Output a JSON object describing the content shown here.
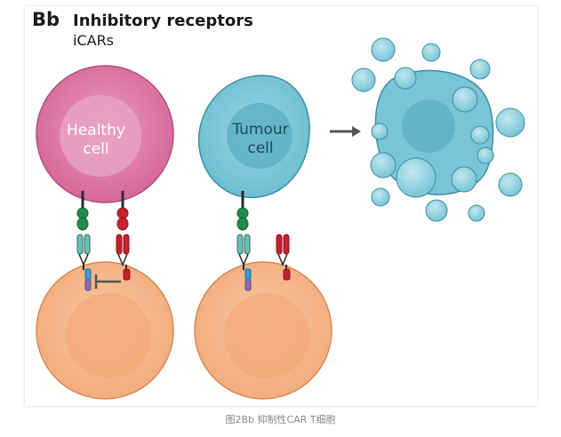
{
  "figure": {
    "panel_label": "Bb",
    "title": "Inhibitory receptors",
    "subtitle": "iCARs",
    "healthy_cell_label": [
      "Healthy",
      "cell"
    ],
    "tumour_cell_label": [
      "Tumour",
      "cell"
    ]
  },
  "caption": "图2Bb 抑制性CAR T细胞",
  "colors": {
    "healthy_outer": "#d9709f",
    "healthy_inner": "#e28fb5",
    "tumour_outer": "#79c5d6",
    "tumour_inner": "#5fb3c8",
    "tcell_outer": "#f6b98c",
    "tcell_inner": "#f2a676",
    "antigen_green": "#1f8a4c",
    "antigen_red": "#c8202f",
    "receptor_teal": "#6cbfae",
    "receptor_red": "#c8202f",
    "signal_blue": "#2e9fd8",
    "signal_purple": "#8a6db3",
    "arrow": "#555555"
  }
}
